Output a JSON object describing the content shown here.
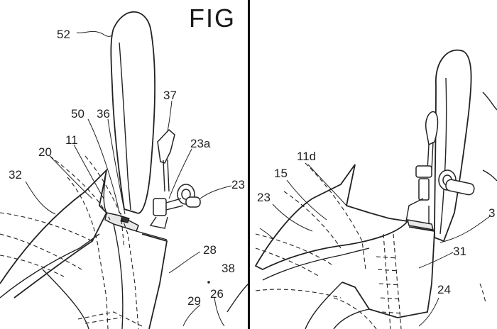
{
  "figure": {
    "fig_label": "FIG",
    "left_panel": {
      "labels": [
        "52",
        "50",
        "36",
        "37",
        "23a",
        "20",
        "11",
        "32",
        "23",
        "28",
        "38",
        "29",
        "26"
      ]
    },
    "right_panel": {
      "labels": [
        "11d",
        "15",
        "23",
        "3",
        "31",
        "24"
      ]
    }
  }
}
